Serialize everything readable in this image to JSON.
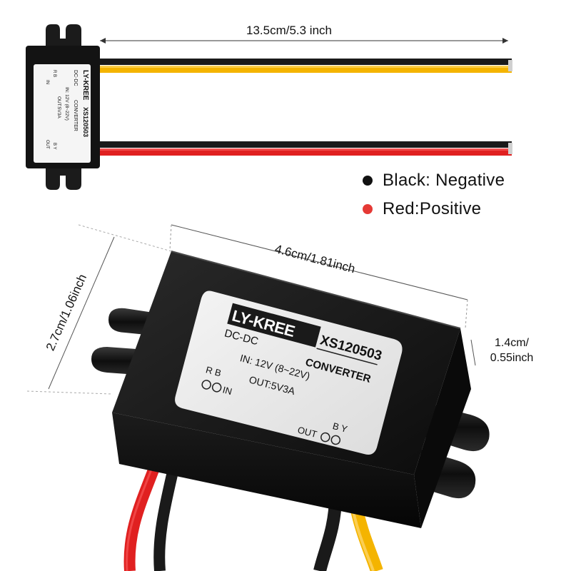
{
  "dimensions": {
    "wire_length": "13.5cm/5.3 inch",
    "body_length": "4.6cm/1.81inch",
    "body_width": "2.7cm/1.06inch",
    "body_height_cm": "1.4cm/",
    "body_height_inch": "0.55inch"
  },
  "legend": [
    {
      "text": "Black: Negative",
      "color": "#111111"
    },
    {
      "text": "Red:Positive",
      "color": "#e53935"
    }
  ],
  "label": {
    "brand": "LY-KREE",
    "model": "XS120503",
    "type_line1": "DC-DC",
    "type_line2": "CONVERTER",
    "input": "IN: 12V (8~22V)",
    "output": "OUT:5V3A",
    "in_pins": "R B",
    "in_text": "IN",
    "out_pins": "B Y",
    "out_text": "OUT"
  },
  "colors": {
    "housing": "#121212",
    "wire_yellow": "#f4b400",
    "wire_red": "#e02020",
    "wire_black": "#1a1a1a"
  }
}
